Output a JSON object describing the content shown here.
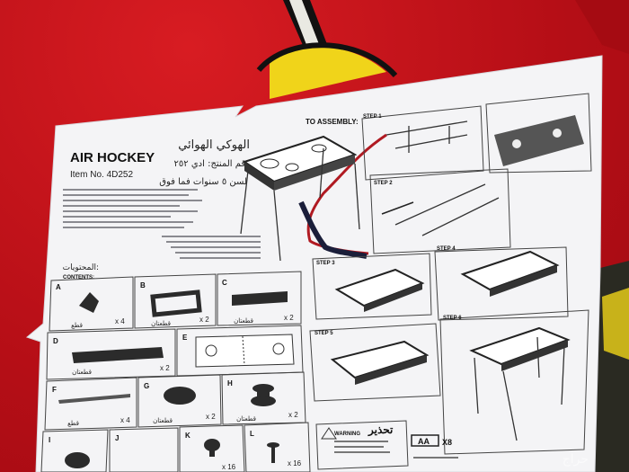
{
  "sheet": {
    "title_en": "AIR HOCKEY",
    "item_no": "Item No. 4D252",
    "title_ar": "الهوكي الهوائي",
    "item_ar": "رقم المنتج: ادي ٢٥٢",
    "age_ar": "لسن ٥ سنوات فما فوق",
    "contents_ar": "المحتويات:",
    "contents_en": "CONTENTS:",
    "to_assembly": "TO ASSEMBLY:",
    "steps": [
      "STEP 1",
      "STEP 2",
      "STEP 3",
      "STEP 4",
      "STEP 5",
      "STEP 6"
    ],
    "parts": [
      {
        "letter": "A",
        "qty": "x 4",
        "label_ar": "قطع"
      },
      {
        "letter": "B",
        "qty": "x 2",
        "label_ar": "قطعتان"
      },
      {
        "letter": "C",
        "qty": "x 2",
        "label_ar": "قطعتان"
      },
      {
        "letter": "D",
        "qty": "x 2",
        "label_ar": "قطعتان"
      },
      {
        "letter": "E",
        "qty": "",
        "label_ar": ""
      },
      {
        "letter": "F",
        "qty": "x 4",
        "label_ar": "قطع"
      },
      {
        "letter": "G",
        "qty": "x 2",
        "label_ar": "قطعتان"
      },
      {
        "letter": "H",
        "qty": "x 2",
        "label_ar": "قطعتان"
      },
      {
        "letter": "I",
        "qty": "",
        "label_ar": ""
      },
      {
        "letter": "J",
        "qty": "",
        "label_ar": ""
      },
      {
        "letter": "K",
        "qty": "x 16",
        "label_ar": ""
      },
      {
        "letter": "L",
        "qty": "x 16",
        "label_ar": ""
      }
    ],
    "warning_ar": "تحذير",
    "warning_en": "WARNING",
    "battery": "AA",
    "battery_qty": "X8"
  },
  "watermark": "حراج",
  "colors": {
    "carpet": "#c8121b",
    "paper": "#f4f4f6",
    "ink": "#2b2b2b"
  }
}
